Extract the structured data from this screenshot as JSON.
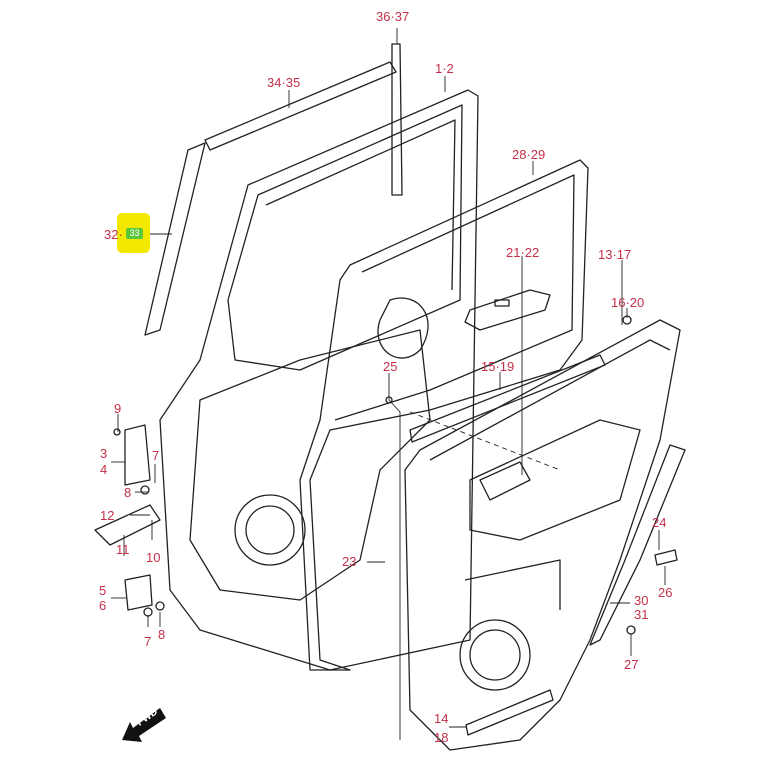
{
  "diagram": {
    "title": "Rear door parts exploded view",
    "highlight_color": "#f4e800",
    "label_color": "#c4304a",
    "highlighted_part": "33",
    "callouts": [
      {
        "id": "c36",
        "text": "36·37"
      },
      {
        "id": "c34",
        "text": "34·35"
      },
      {
        "id": "c1",
        "text": "1·2"
      },
      {
        "id": "c28",
        "text": "28·29"
      },
      {
        "id": "c32",
        "text": "32·"
      },
      {
        "id": "c21",
        "text": "21·22"
      },
      {
        "id": "c13",
        "text": "13·17"
      },
      {
        "id": "c16",
        "text": "16·20"
      },
      {
        "id": "c25",
        "text": "25"
      },
      {
        "id": "c15",
        "text": "15·19"
      },
      {
        "id": "c9",
        "text": "9"
      },
      {
        "id": "c3",
        "text": "3"
      },
      {
        "id": "c4",
        "text": "4"
      },
      {
        "id": "c7a",
        "text": "7"
      },
      {
        "id": "c8a",
        "text": "8"
      },
      {
        "id": "c12",
        "text": "12"
      },
      {
        "id": "c10",
        "text": "10"
      },
      {
        "id": "c11",
        "text": "11"
      },
      {
        "id": "c5",
        "text": "5"
      },
      {
        "id": "c6",
        "text": "6"
      },
      {
        "id": "c7b",
        "text": "7"
      },
      {
        "id": "c8b",
        "text": "8"
      },
      {
        "id": "c23",
        "text": "23"
      },
      {
        "id": "c24",
        "text": "24"
      },
      {
        "id": "c26",
        "text": "26"
      },
      {
        "id": "c30",
        "text": "30"
      },
      {
        "id": "c31",
        "text": "31"
      },
      {
        "id": "c27",
        "text": "27"
      },
      {
        "id": "c14",
        "text": "14"
      },
      {
        "id": "c18",
        "text": "18"
      }
    ],
    "highlight_text": "33",
    "direction_badge": "FWD"
  }
}
